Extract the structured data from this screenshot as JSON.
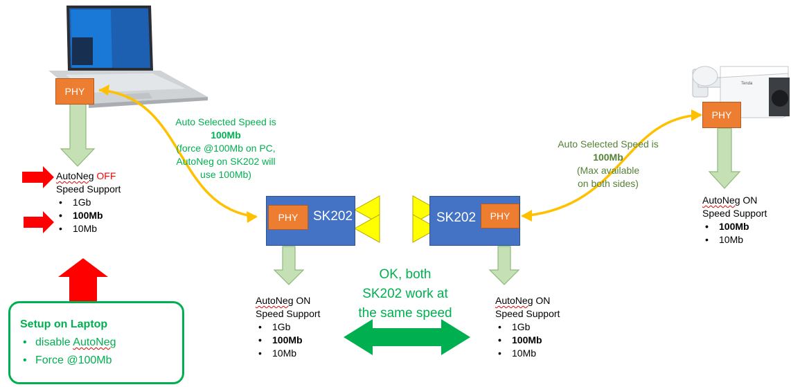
{
  "phy_label": "PHY",
  "sk202_label": "SK202",
  "laptop": {
    "autoneg_word": "AutoNeg",
    "autoneg_state": "OFF",
    "speed_title": "Speed Support",
    "speeds": [
      "1Gb",
      "100Mb",
      "10Mb"
    ]
  },
  "sk202_left": {
    "autoneg_word": "AutoNeg",
    "autoneg_state": "ON",
    "speed_title": "Speed Support",
    "speeds": [
      "1Gb",
      "100Mb",
      "10Mb"
    ]
  },
  "sk202_right": {
    "autoneg_word": "AutoNeg",
    "autoneg_state": "ON",
    "speed_title": "Speed Support",
    "speeds": [
      "1Gb",
      "100Mb",
      "10Mb"
    ]
  },
  "camera": {
    "autoneg_word": "AutoNeg",
    "autoneg_state": "ON",
    "speed_title": "Speed Support",
    "speeds": [
      "100Mb",
      "10Mb"
    ]
  },
  "left_link_note": {
    "line1": "Auto Selected Speed is",
    "speed": "100Mb",
    "line3": "(force @100Mb on PC,",
    "line4": "AutoNeg on SK202 will",
    "line5": "use 100Mb)"
  },
  "right_link_note": {
    "line1": "Auto Selected Speed is",
    "speed": "100Mb",
    "line3": "(Max available",
    "line4": "on both sides)"
  },
  "center_note": {
    "line1": "OK, both",
    "line2": "SK202 work at",
    "line3": "the same speed"
  },
  "setup_box": {
    "title": "Setup on Laptop",
    "item1_prefix": "disable ",
    "item1_word": "AutoNeg",
    "item2": "Force @100Mb"
  },
  "colors": {
    "phy_orange": "#ED7D31",
    "sk202_blue": "#4472C4",
    "link_yellow": "#FFC000",
    "ok_green": "#00B050",
    "note_olive": "#538135",
    "arrow_red": "#FF0000",
    "down_arrow_fill": "#C5E0B4",
    "antenna_yellow": "#FFFF00"
  },
  "icons": [
    "laptop-image",
    "bullet-camera-image",
    "red-arrow-icon",
    "double-arrow-icon",
    "down-arrow-icon"
  ]
}
